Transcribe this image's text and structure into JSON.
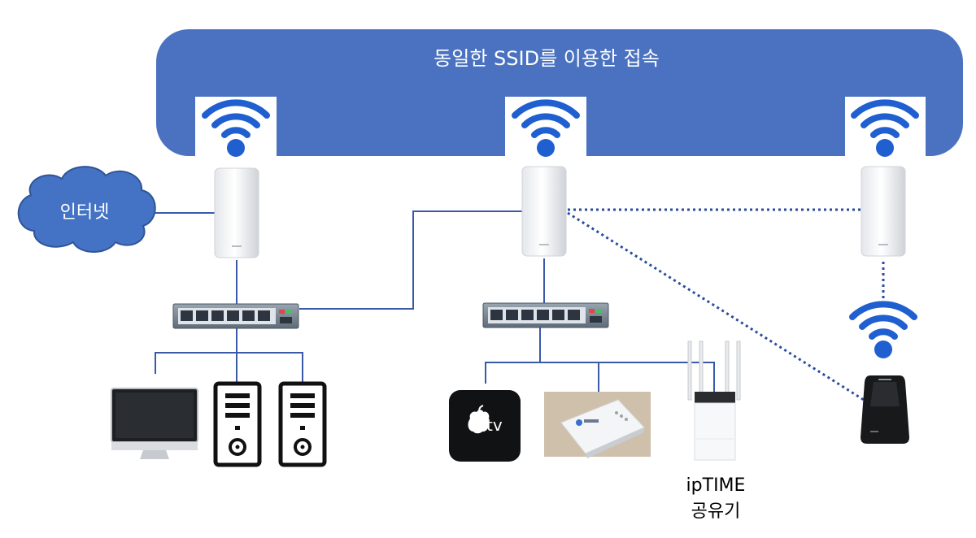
{
  "banner": {
    "title": "동일한 SSID를 이용한 접속",
    "color": "#4a72c0"
  },
  "cloud": {
    "label": "인터넷",
    "color": "#4472c4"
  },
  "router": {
    "label_line1": "ipTIME",
    "label_line2": "공유기"
  },
  "apple_tv": {
    "label": "tv"
  },
  "colors": {
    "link": "#3a5aa8",
    "wifi": "#1f5fd0",
    "switch": "#7a8694"
  },
  "icons": [
    "wifi-icon",
    "mesh-node-icon",
    "network-switch-icon",
    "monitor-icon",
    "pc-tower-icon",
    "apple-tv-icon",
    "modem-icon",
    "router-icon",
    "extender-icon",
    "cloud-icon"
  ]
}
